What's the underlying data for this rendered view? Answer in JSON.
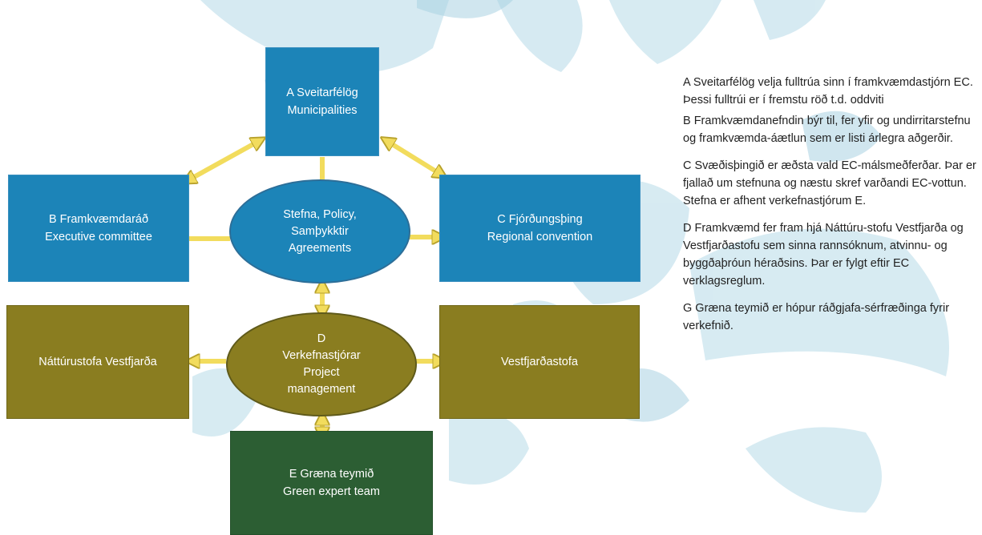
{
  "diagram": {
    "box_a": {
      "line1": "A Sveitarfélög",
      "line2": "Municipalities"
    },
    "box_b": {
      "line1": "B Framkvæmdaráð",
      "line2": "Executive committee"
    },
    "box_c": {
      "line1": "C Fjórðungsþing",
      "line2": "Regional convention"
    },
    "oval_policy": {
      "line1": "Stefna, Policy,",
      "line2": "Samþykktir",
      "line3": "Agreements"
    },
    "oval_d": {
      "line1": "D",
      "line2": "Verkefnastjórar",
      "line3": "Project",
      "line4": "management"
    },
    "box_natturustofa": {
      "label": "Náttúrustofa Vestfjarða"
    },
    "box_vestfjardastofa": {
      "label": "Vestfjarðastofa"
    },
    "box_e": {
      "line1": "E Græna teymið",
      "line2": "Green expert team"
    }
  },
  "notes": {
    "a": "A Sveitarfélög velja fulltrúa sinn í framkvæmdastjórn EC. Þessi fulltrúi er í fremstu röð t.d. oddviti",
    "b": "B Framkvæmdanefndin býr til, fer yfir og undirritarstefnu og framkvæmda-áætlun sem er listi árlegra aðgerðir.",
    "c": "C Svæðisþingið er æðsta vald EC-málsmeðferðar. Þar er fjallað um stefnuna og næstu skref varðandi EC-vottun. Stefna er afhent verkefnastjórum E.",
    "d": "D Framkvæmd fer fram hjá Náttúru-stofu Vestfjarða og Vestfjarðastofu sem sinna rannsóknum, atvinnu- og byggðaþróun héraðsins. Þar er fylgt eftir EC verklagsreglum.",
    "g": "G Græna teymið er hópur ráðgjafa-sérfræðinga fyrir verkefnið."
  },
  "colors": {
    "blue": "#1c84b8",
    "olive": "#8a7d20",
    "dark_green": "#2c5e33",
    "arrow_fill": "#f2dc5d",
    "arrow_stroke": "#b8a22c",
    "background_blob": "#c9e4ee"
  }
}
